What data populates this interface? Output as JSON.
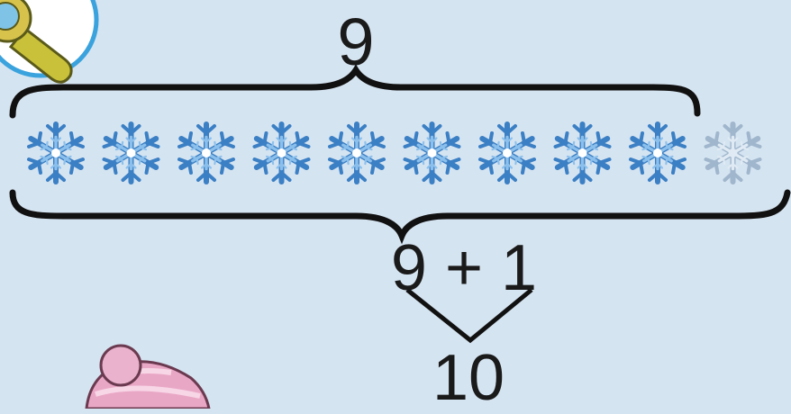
{
  "diagram": {
    "top_number": "9",
    "sum_expression": "9 + 1",
    "result_number": "10",
    "blue_snowflake_count": 9,
    "light_snowflake_count": 1,
    "colors": {
      "background": "#d5e4f1",
      "snowflake_blue": "#3b7fc4",
      "snowflake_light": "#dfeaf4",
      "ink": "#1a1a1a",
      "hat_pink": "#e9a7c6"
    },
    "icons": [
      "magnifier-icon",
      "snowflake-icon",
      "winter-hat-icon"
    ]
  }
}
